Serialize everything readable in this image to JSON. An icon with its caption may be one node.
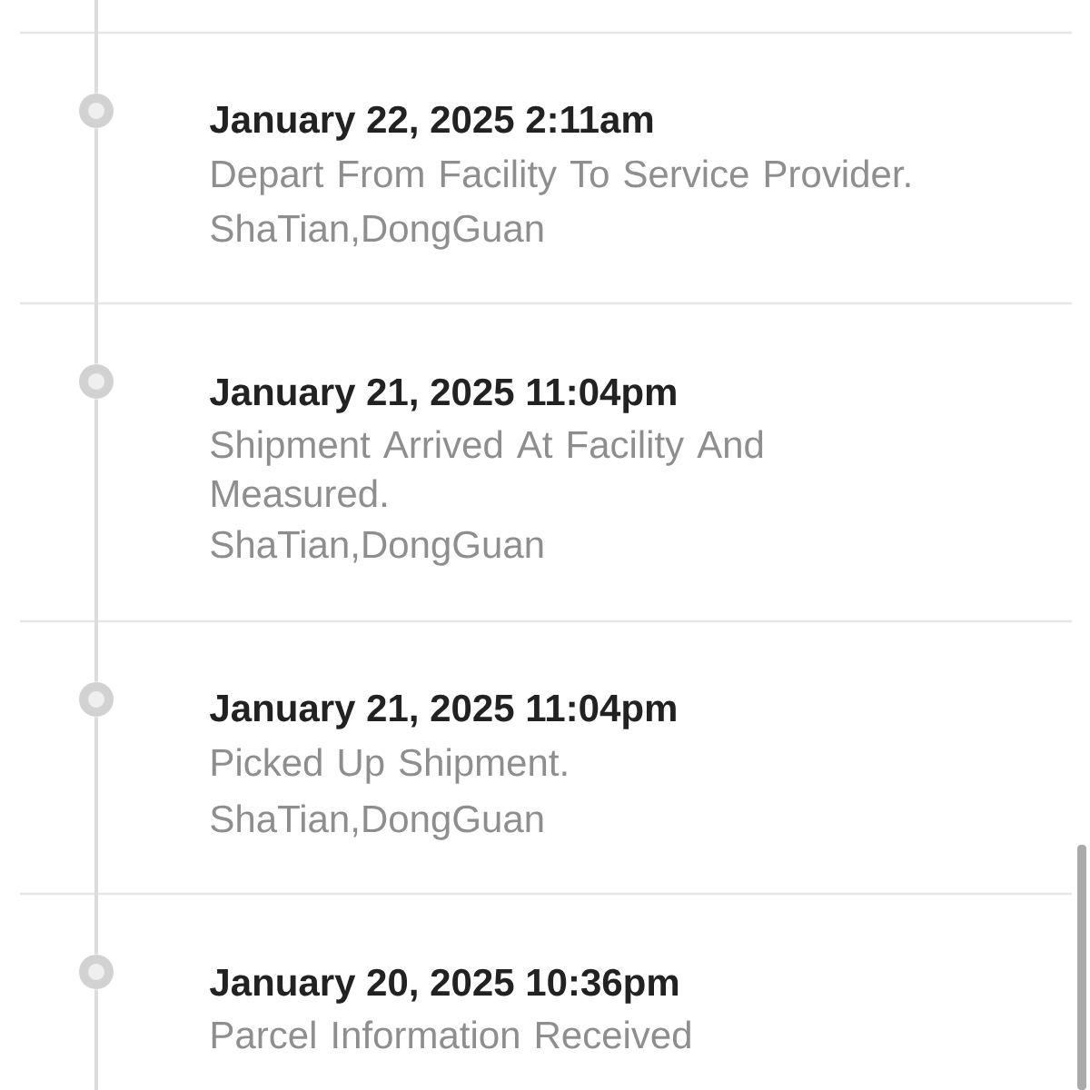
{
  "diagram": {
    "nodes": [
      {
        "text": [],
        "shape": "circle",
        "beside": [
          "January 22, 2025 2:11am",
          "Depart From Facility To Service Provider.",
          "ShaTian,DongGuan"
        ]
      },
      {
        "text": [],
        "shape": "circle",
        "beside": [
          "January 21, 2025 11:04pm",
          "Shipment Arrived At Facility And Measured.",
          "ShaTian,DongGuan"
        ]
      },
      {
        "text": [],
        "shape": "circle",
        "beside": [
          "January 21, 2025 11:04pm",
          "Picked Up Shipment.",
          "ShaTian,DongGuan"
        ]
      },
      {
        "text": [],
        "shape": "circle",
        "beside": [
          "January 20, 2025 10:36pm",
          "Parcel Information Received"
        ]
      }
    ],
    "edges": [
      {
        "from": null,
        "to": 0,
        "arrow": "none"
      },
      {
        "from": 0,
        "to": 1,
        "arrow": "none"
      },
      {
        "from": 1,
        "to": 2,
        "arrow": "none"
      },
      {
        "from": 2,
        "to": 3,
        "arrow": "none"
      },
      {
        "from": 3,
        "to": null,
        "arrow": "none"
      }
    ]
  }
}
